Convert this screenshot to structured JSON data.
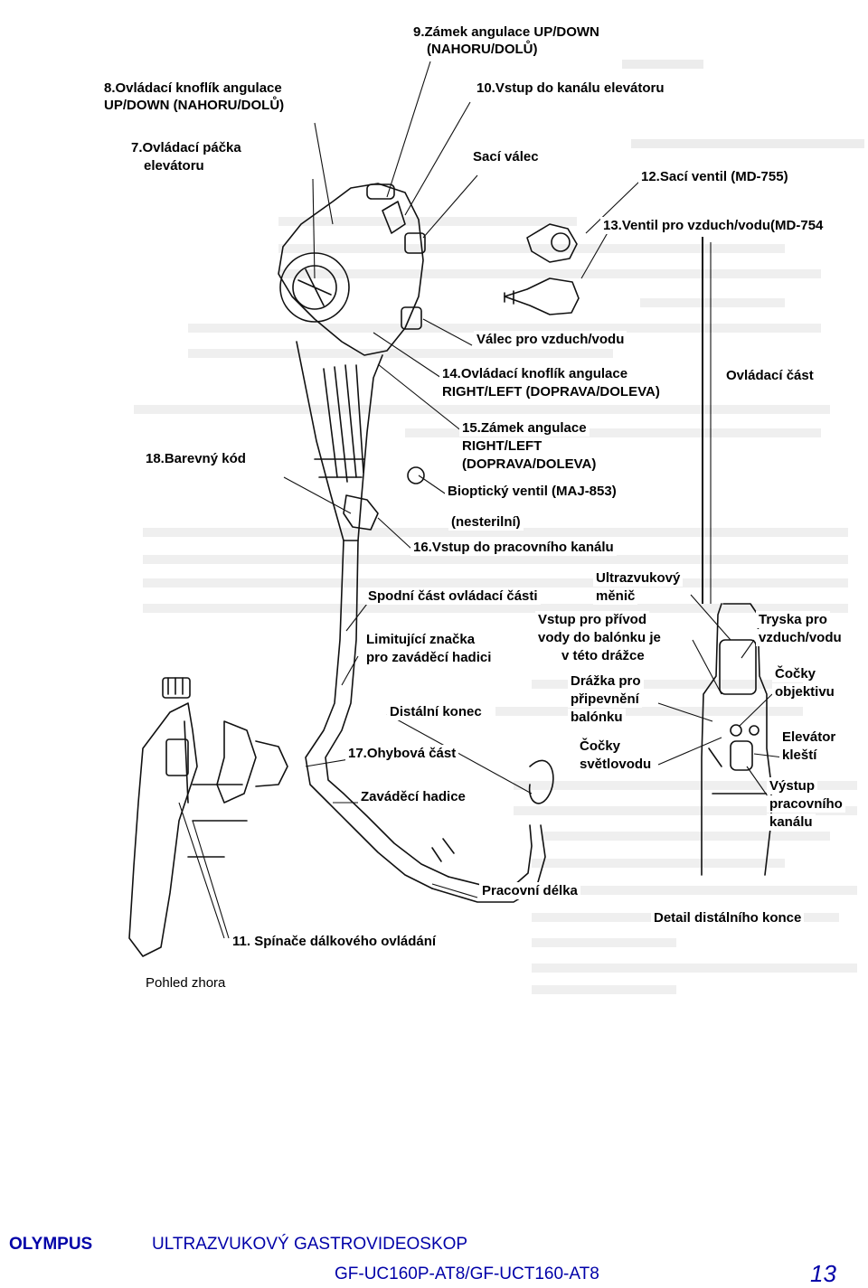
{
  "labels": {
    "l9": "9.Zámek angulace UP/DOWN",
    "l9b": "(NAHORU/DOLŮ)",
    "l8": "8.Ovládací knoflík angulace",
    "l8b": "UP/DOWN (NAHORU/DOLŮ)",
    "l10": "10.Vstup do kanálu elevátoru",
    "l7": "7.Ovládací páčka",
    "l7b": "elevátoru",
    "saci_valec": "Sací válec",
    "l12": "12.Sací ventil (MD-755)",
    "l13": "13.Ventil pro vzduch/vodu(MD-754",
    "valec_vzduch": "Válec pro vzduch/vodu",
    "l14": "14.Ovládací knoflík angulace",
    "l14b": "RIGHT/LEFT (DOPRAVA/DOLEVA)",
    "ovladaci_cast": "Ovládací část",
    "l15": "15.Zámek angulace",
    "l15b": "RIGHT/LEFT",
    "l15c": "(DOPRAVA/DOLEVA)",
    "l18": "18.Barevný kód",
    "bioptic": "Bioptický ventil (MAJ-853)",
    "nesterilni": "(nesterilní)",
    "l16": "16.Vstup do pracovního kanálu",
    "ultrazvukovy": "Ultrazvukový",
    "menic": "měnič",
    "spodni": "Spodní část ovládací části",
    "vstup_privod1": "Vstup pro přívod",
    "vstup_privod2": "vody do balónku je",
    "vstup_privod3": "v této drážce",
    "tryska1": "Tryska pro",
    "tryska2": "vzduch/vodu",
    "limit1": "Limitující značka",
    "limit2": "pro zaváděcí hadici",
    "drazka1": "Drážka pro",
    "drazka2": "připevnění",
    "drazka3": "balónku",
    "cocky_obj1": "Čočky",
    "cocky_obj2": "objektivu",
    "distalni": "Distální konec",
    "elevator1": "Elevátor",
    "elevator2": "kleští",
    "l17": "17.Ohybová část",
    "cocky_svetlo1": "Čočky",
    "cocky_svetlo2": "světlovodu",
    "vystup1": "Výstup",
    "vystup2": "pracovního",
    "vystup3": "kanálu",
    "zavadeci": "Zaváděcí hadice",
    "pracovni": "Pracovní délka",
    "detail": "Detail distálního konce",
    "l11": "11. Spínače dálkového ovládání",
    "pohled": "Pohled zhora"
  },
  "footer": {
    "brand": "OLYMPUS",
    "title": "ULTRAZVUKOVÝ GASTROVIDEOSKOP",
    "model": "GF-UC160P-AT8/GF-UCT160-AT8",
    "page": "13"
  },
  "colors": {
    "footer_text": "#0000a8",
    "ghost_text": "#c4c4c4"
  }
}
